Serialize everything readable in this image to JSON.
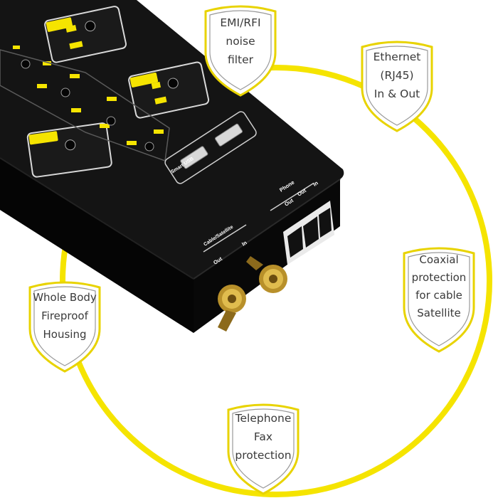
{
  "colors": {
    "accent": "#f5e400",
    "device": "#0d0d0d",
    "shield_outline": "#e8d300",
    "text": "#3a3a3a"
  },
  "features": [
    {
      "lines": [
        "EMI/RFI",
        "noise",
        "filter"
      ]
    },
    {
      "lines": [
        "Ethernet",
        "(RJ45)",
        "In & Out"
      ]
    },
    {
      "lines": [
        "Coaxial",
        "protection",
        "for cable",
        "Satellite"
      ]
    },
    {
      "lines": [
        "Whole Body",
        "Fireproof",
        "Housing"
      ]
    },
    {
      "lines": [
        "Telephone",
        "Fax",
        "protection"
      ]
    }
  ],
  "device_labels": {
    "usb": "Smart USB",
    "phone": "Phone",
    "phone_out": "Out",
    "phone_out2": "Out",
    "phone_in": "In",
    "cable": "Cable/Satellite",
    "cable_out": "Out",
    "cable_in": "In"
  }
}
